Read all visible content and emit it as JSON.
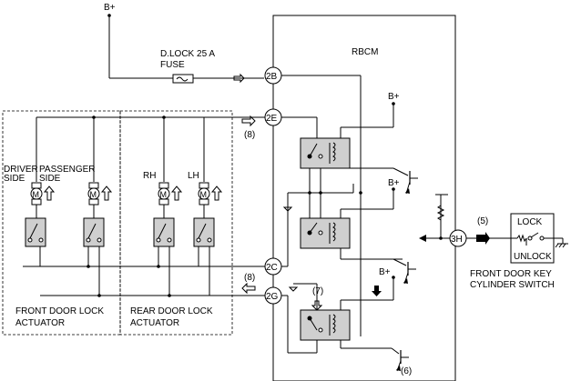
{
  "supply": {
    "top": "B+",
    "relay1": "B+",
    "relay2": "B+",
    "relay3": "B+"
  },
  "fuse": {
    "line1": "D.LOCK 25 A",
    "line2": "FUSE"
  },
  "module": {
    "name": "RBCM"
  },
  "connectors": {
    "c2b": "2B",
    "c2e": "2E",
    "c2c": "2C",
    "c2g": "2G",
    "c3h": "3H"
  },
  "signals": {
    "s8a": "(8)",
    "s8b": "(8)",
    "s7": "(7)",
    "s6": "(6)",
    "s5": "(5)"
  },
  "front_actuators": {
    "driver_line1": "DRIVER",
    "driver_line2": "SIDE",
    "passenger_line1": "PASSENGER",
    "passenger_line2": "SIDE",
    "label_line1": "FRONT DOOR LOCK",
    "label_line2": "ACTUATOR"
  },
  "rear_actuators": {
    "rh": "RH",
    "lh": "LH",
    "label_line1": "REAR DOOR LOCK",
    "label_line2": "ACTUATOR"
  },
  "key_switch": {
    "lock": "LOCK",
    "unlock": "UNLOCK",
    "label_line1": "FRONT DOOR KEY",
    "label_line2": "CYLINDER SWITCH"
  },
  "motor_symbol": "M"
}
